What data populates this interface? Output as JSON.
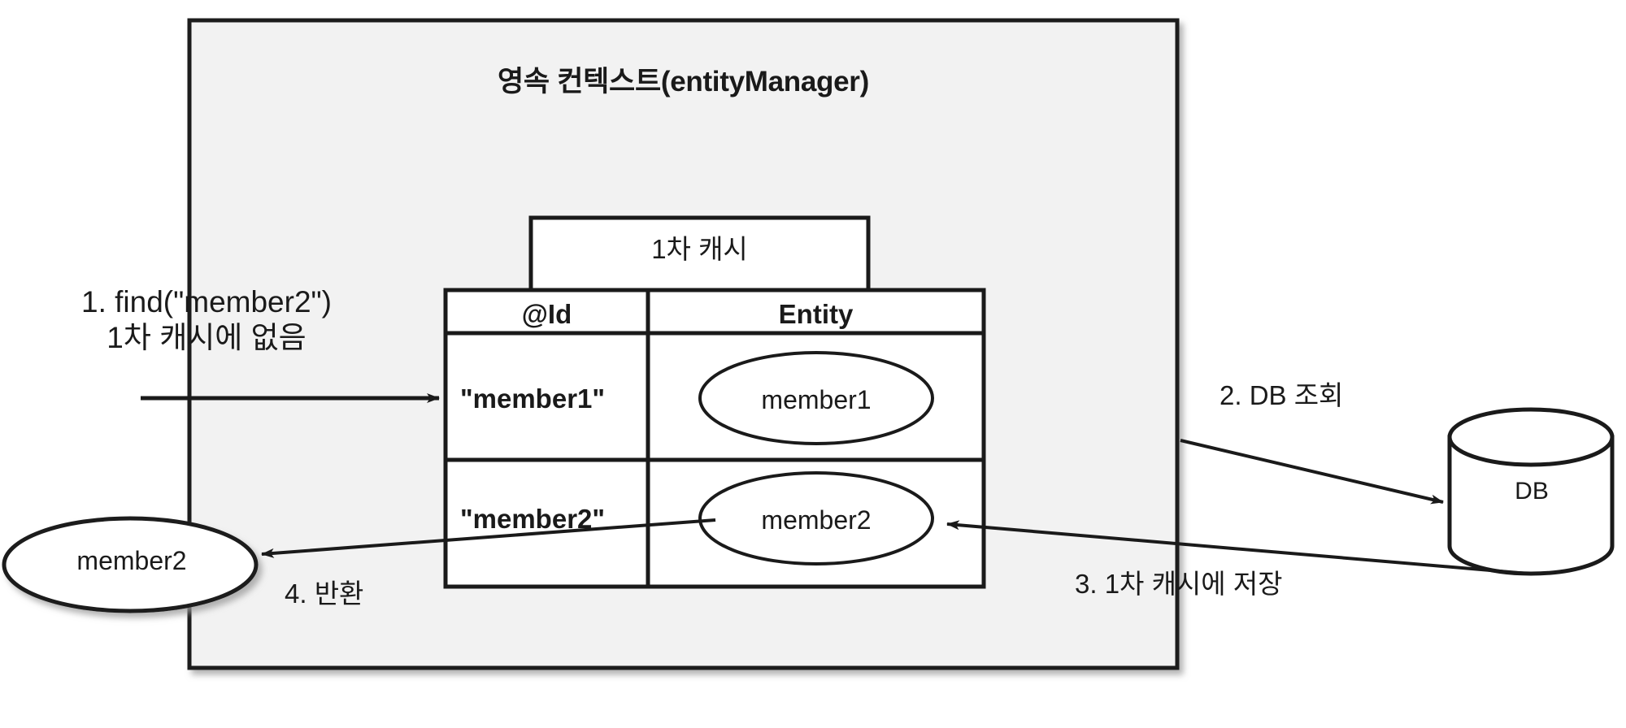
{
  "diagram": {
    "title": "영속 컨텍스트(entityManager)",
    "container_label": "영속 컨텍스트(entityManager)",
    "cache": {
      "tab_label": "1차 캐시",
      "columns": [
        "@Id",
        "Entity"
      ],
      "rows": [
        {
          "id": "\"member1\"",
          "entity": "member1"
        },
        {
          "id": "\"member2\"",
          "entity": "member2"
        }
      ]
    },
    "database": {
      "label": "DB"
    },
    "returned_entity": {
      "label": "member2"
    },
    "steps": [
      {
        "index": "1",
        "line1": "1. find(\"member2\")",
        "line2": "1차 캐시에 없음"
      },
      {
        "index": "2",
        "label": "2. DB 조회"
      },
      {
        "index": "3",
        "label": "3. 1차 캐시에 저장"
      },
      {
        "index": "4",
        "label": "4. 반환"
      }
    ],
    "colors": {
      "container_fill": "#f2f2f2",
      "stroke": "#1a1a1a",
      "cell_fill": "#ffffff",
      "page_bg": "#ffffff"
    }
  }
}
